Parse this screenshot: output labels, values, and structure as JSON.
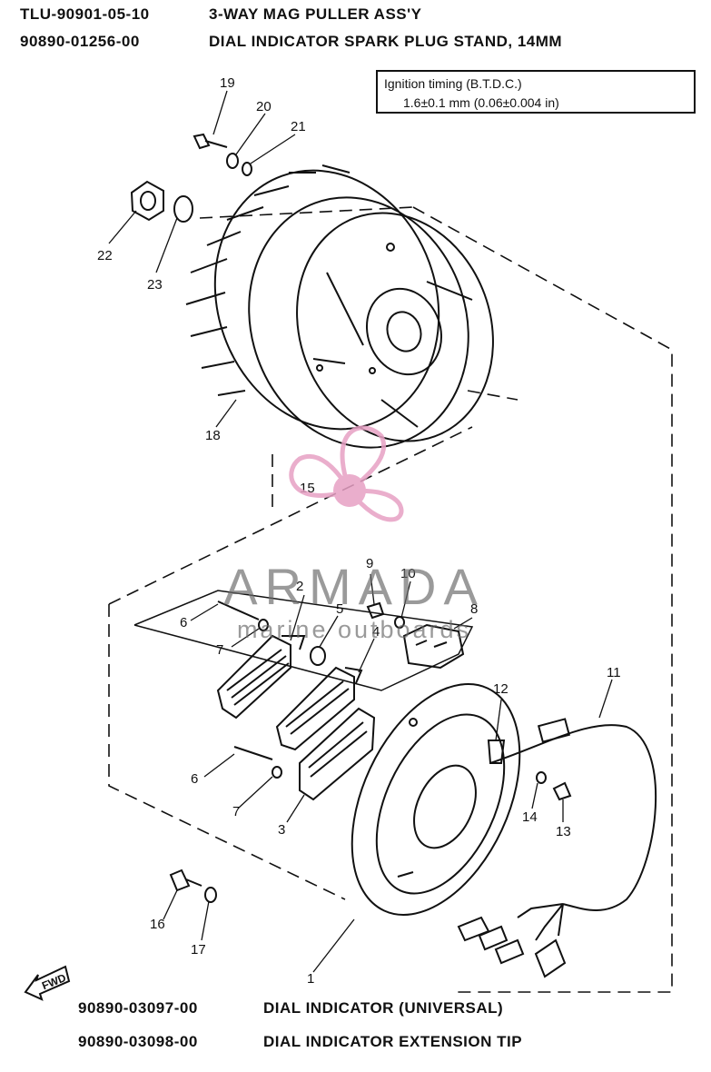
{
  "tools_top": [
    {
      "part_no": "TLU-90901-05-10",
      "name": "3-WAY MAG PULLER ASS'Y"
    },
    {
      "part_no": "90890-01256-00",
      "name": "DIAL INDICATOR SPARK PLUG STAND, 14MM"
    }
  ],
  "timing_box": {
    "label": "Ignition timing (B.T.D.C.)",
    "value": "1.6±0.1 mm (0.06±0.004 in)"
  },
  "callouts": [
    "1",
    "2",
    "3",
    "4",
    "5",
    "6",
    "6",
    "7",
    "7",
    "8",
    "9",
    "10",
    "11",
    "12",
    "13",
    "14",
    "15",
    "16",
    "17",
    "18",
    "19",
    "20",
    "21",
    "22",
    "23"
  ],
  "watermark": {
    "brand": "ARMADA",
    "tagline": "marine outboards",
    "brand_color": "#6b6b6b",
    "logo_color": "#e7a0c4"
  },
  "fwd_label": "FWD",
  "tools_bottom": [
    {
      "part_no": "90890-03097-00",
      "name": "DIAL INDICATOR (UNIVERSAL)"
    },
    {
      "part_no": "90890-03098-00",
      "name": "DIAL INDICATOR EXTENSION TIP"
    }
  ]
}
